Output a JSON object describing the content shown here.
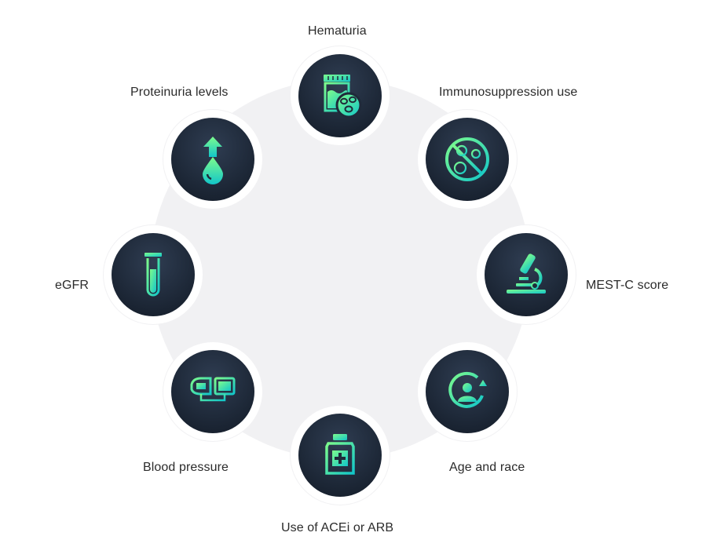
{
  "diagram": {
    "nodes": [
      {
        "id": "hematuria",
        "label": "Hematuria",
        "icon": "urine-sample-icon"
      },
      {
        "id": "immunosuppression",
        "label": "Immunosuppression use",
        "icon": "no-virus-icon"
      },
      {
        "id": "mest-c",
        "label": "MEST-C score",
        "icon": "microscope-icon"
      },
      {
        "id": "age-race",
        "label": "Age and race",
        "icon": "person-cycle-icon"
      },
      {
        "id": "acei-arb",
        "label": "Use of ACEi or ARB",
        "icon": "medicine-bottle-icon"
      },
      {
        "id": "blood-pressure",
        "label": "Blood pressure",
        "icon": "blood-pressure-cuff-icon"
      },
      {
        "id": "egfr",
        "label": "eGFR",
        "icon": "test-tube-icon"
      },
      {
        "id": "proteinuria",
        "label": "Proteinuria levels",
        "icon": "drop-arrow-up-icon"
      }
    ]
  },
  "colors": {
    "ring": "#f1f1f3",
    "node_dark": "#1f2a3a",
    "icon_gradient_start": "#7dfb8c",
    "icon_gradient_end": "#12c6c9",
    "label_text": "#2b2b2b"
  }
}
